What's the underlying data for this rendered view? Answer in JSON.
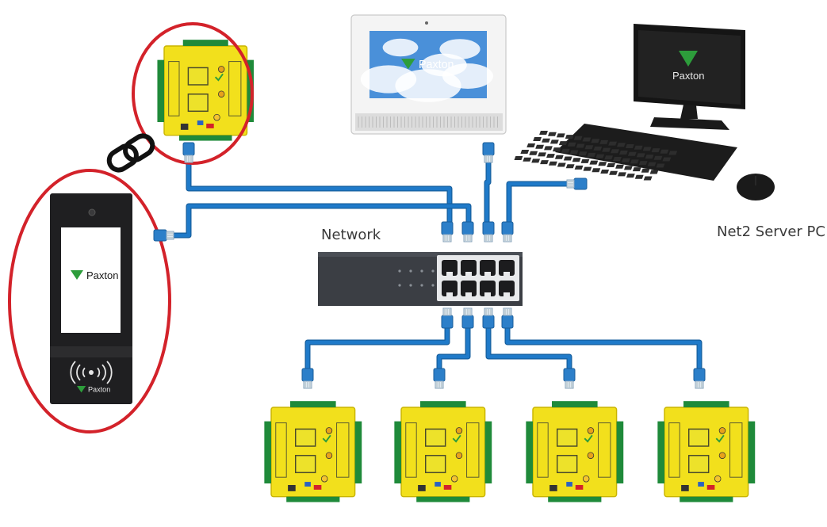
{
  "diagram": {
    "network_label": "Network",
    "server_label": "Net2 Server PC",
    "brand": "Paxton",
    "colors": {
      "cable": "#1f7ac9",
      "highlight_ring": "#d3222a",
      "controller_board": "#f2e01c",
      "terminal_green": "#1f8a3a",
      "switch_body": "#3b3e44",
      "paxton_green": "#2d9d3b"
    },
    "nodes": [
      {
        "id": "acu-top",
        "type": "access-control-unit",
        "highlighted": true
      },
      {
        "id": "door-entry-panel",
        "type": "entry-panel",
        "highlighted": true
      },
      {
        "id": "touch-monitor",
        "type": "monitor"
      },
      {
        "id": "net2-server-pc",
        "type": "server-pc"
      },
      {
        "id": "network-switch",
        "type": "switch"
      },
      {
        "id": "acu-1",
        "type": "access-control-unit"
      },
      {
        "id": "acu-2",
        "type": "access-control-unit"
      },
      {
        "id": "acu-3",
        "type": "access-control-unit"
      },
      {
        "id": "acu-4",
        "type": "access-control-unit"
      }
    ],
    "icons": [
      "chain-link-icon",
      "rj45-connector-icon",
      "paxton-logo-icon",
      "rfid-reader-icon",
      "camera-icon"
    ]
  }
}
